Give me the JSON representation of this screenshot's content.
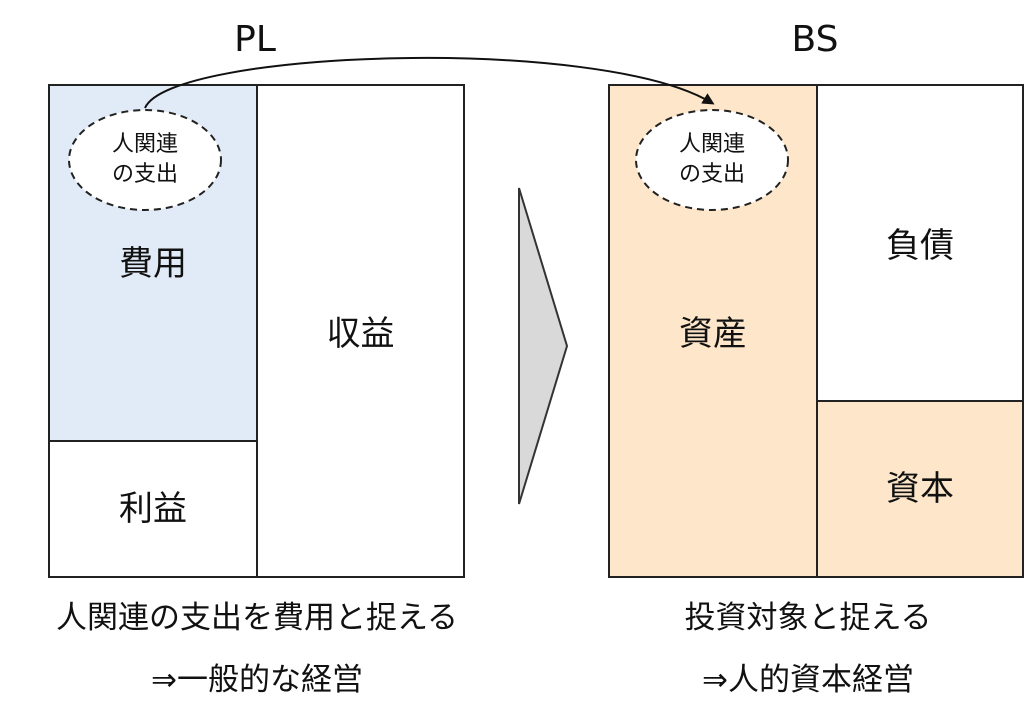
{
  "pl": {
    "title": "PL",
    "expense_label": "費用",
    "profit_label": "利益",
    "revenue_label": "収益",
    "ellipse_line1": "人関連",
    "ellipse_line2": "の支出",
    "caption_line1": "人関連の支出を費用と捉える",
    "caption_line2": "⇒一般的な経営",
    "colors": {
      "expense_fill": "#e1ebf7",
      "white_fill": "#ffffff"
    }
  },
  "bs": {
    "title": "BS",
    "asset_label": "資産",
    "liability_label": "負債",
    "capital_label": "資本",
    "ellipse_line1": "人関連",
    "ellipse_line2": "の支出",
    "caption_line1": "投資対象と捉える",
    "caption_line2": "⇒人的資本経営",
    "colors": {
      "asset_fill": "#fde6c9",
      "capital_fill": "#fde6c9",
      "liability_fill": "#ffffff"
    }
  },
  "transition": {
    "arrow_fill": "#d9d9d9",
    "icon": "triangle-arrow-right"
  }
}
